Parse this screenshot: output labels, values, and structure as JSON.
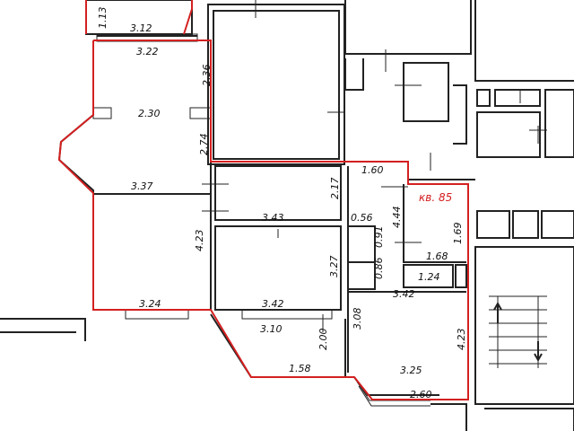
{
  "apartment": {
    "label": "кв. 85",
    "outline_color": "#d42020"
  },
  "dimensions": {
    "balcony_depth": "1.13",
    "balcony_width": "3.12",
    "room1_width_top": "3.22",
    "room1_depth_upper": "2.36",
    "room1_bay": "2.30",
    "room1_depth_lower": "2.74",
    "room1_width_bottom": "3.37",
    "room2_depth": "4.23",
    "room2_width": "3.24",
    "corridor_width": "3.43",
    "corridor_depth": "2.17",
    "hall_width": "1.60",
    "hall_length": "4.44",
    "niche": "0.56",
    "bath_depth": "0.91",
    "wc_depth": "0.86",
    "storage_depth": "1.69",
    "storage_width": "1.68",
    "wc_width": "1.24",
    "kitchen_room_width": "3.42",
    "room3_depth": "3.27",
    "room3_width": "3.42",
    "loggia_width": "3.10",
    "loggia_depth": "2.00",
    "loggia_bottom": "1.58",
    "kitchen_depth": "3.08",
    "kitchen_width": "3.25",
    "kitchen_depth_right": "4.23",
    "kitchen_bottom": "2.60"
  }
}
